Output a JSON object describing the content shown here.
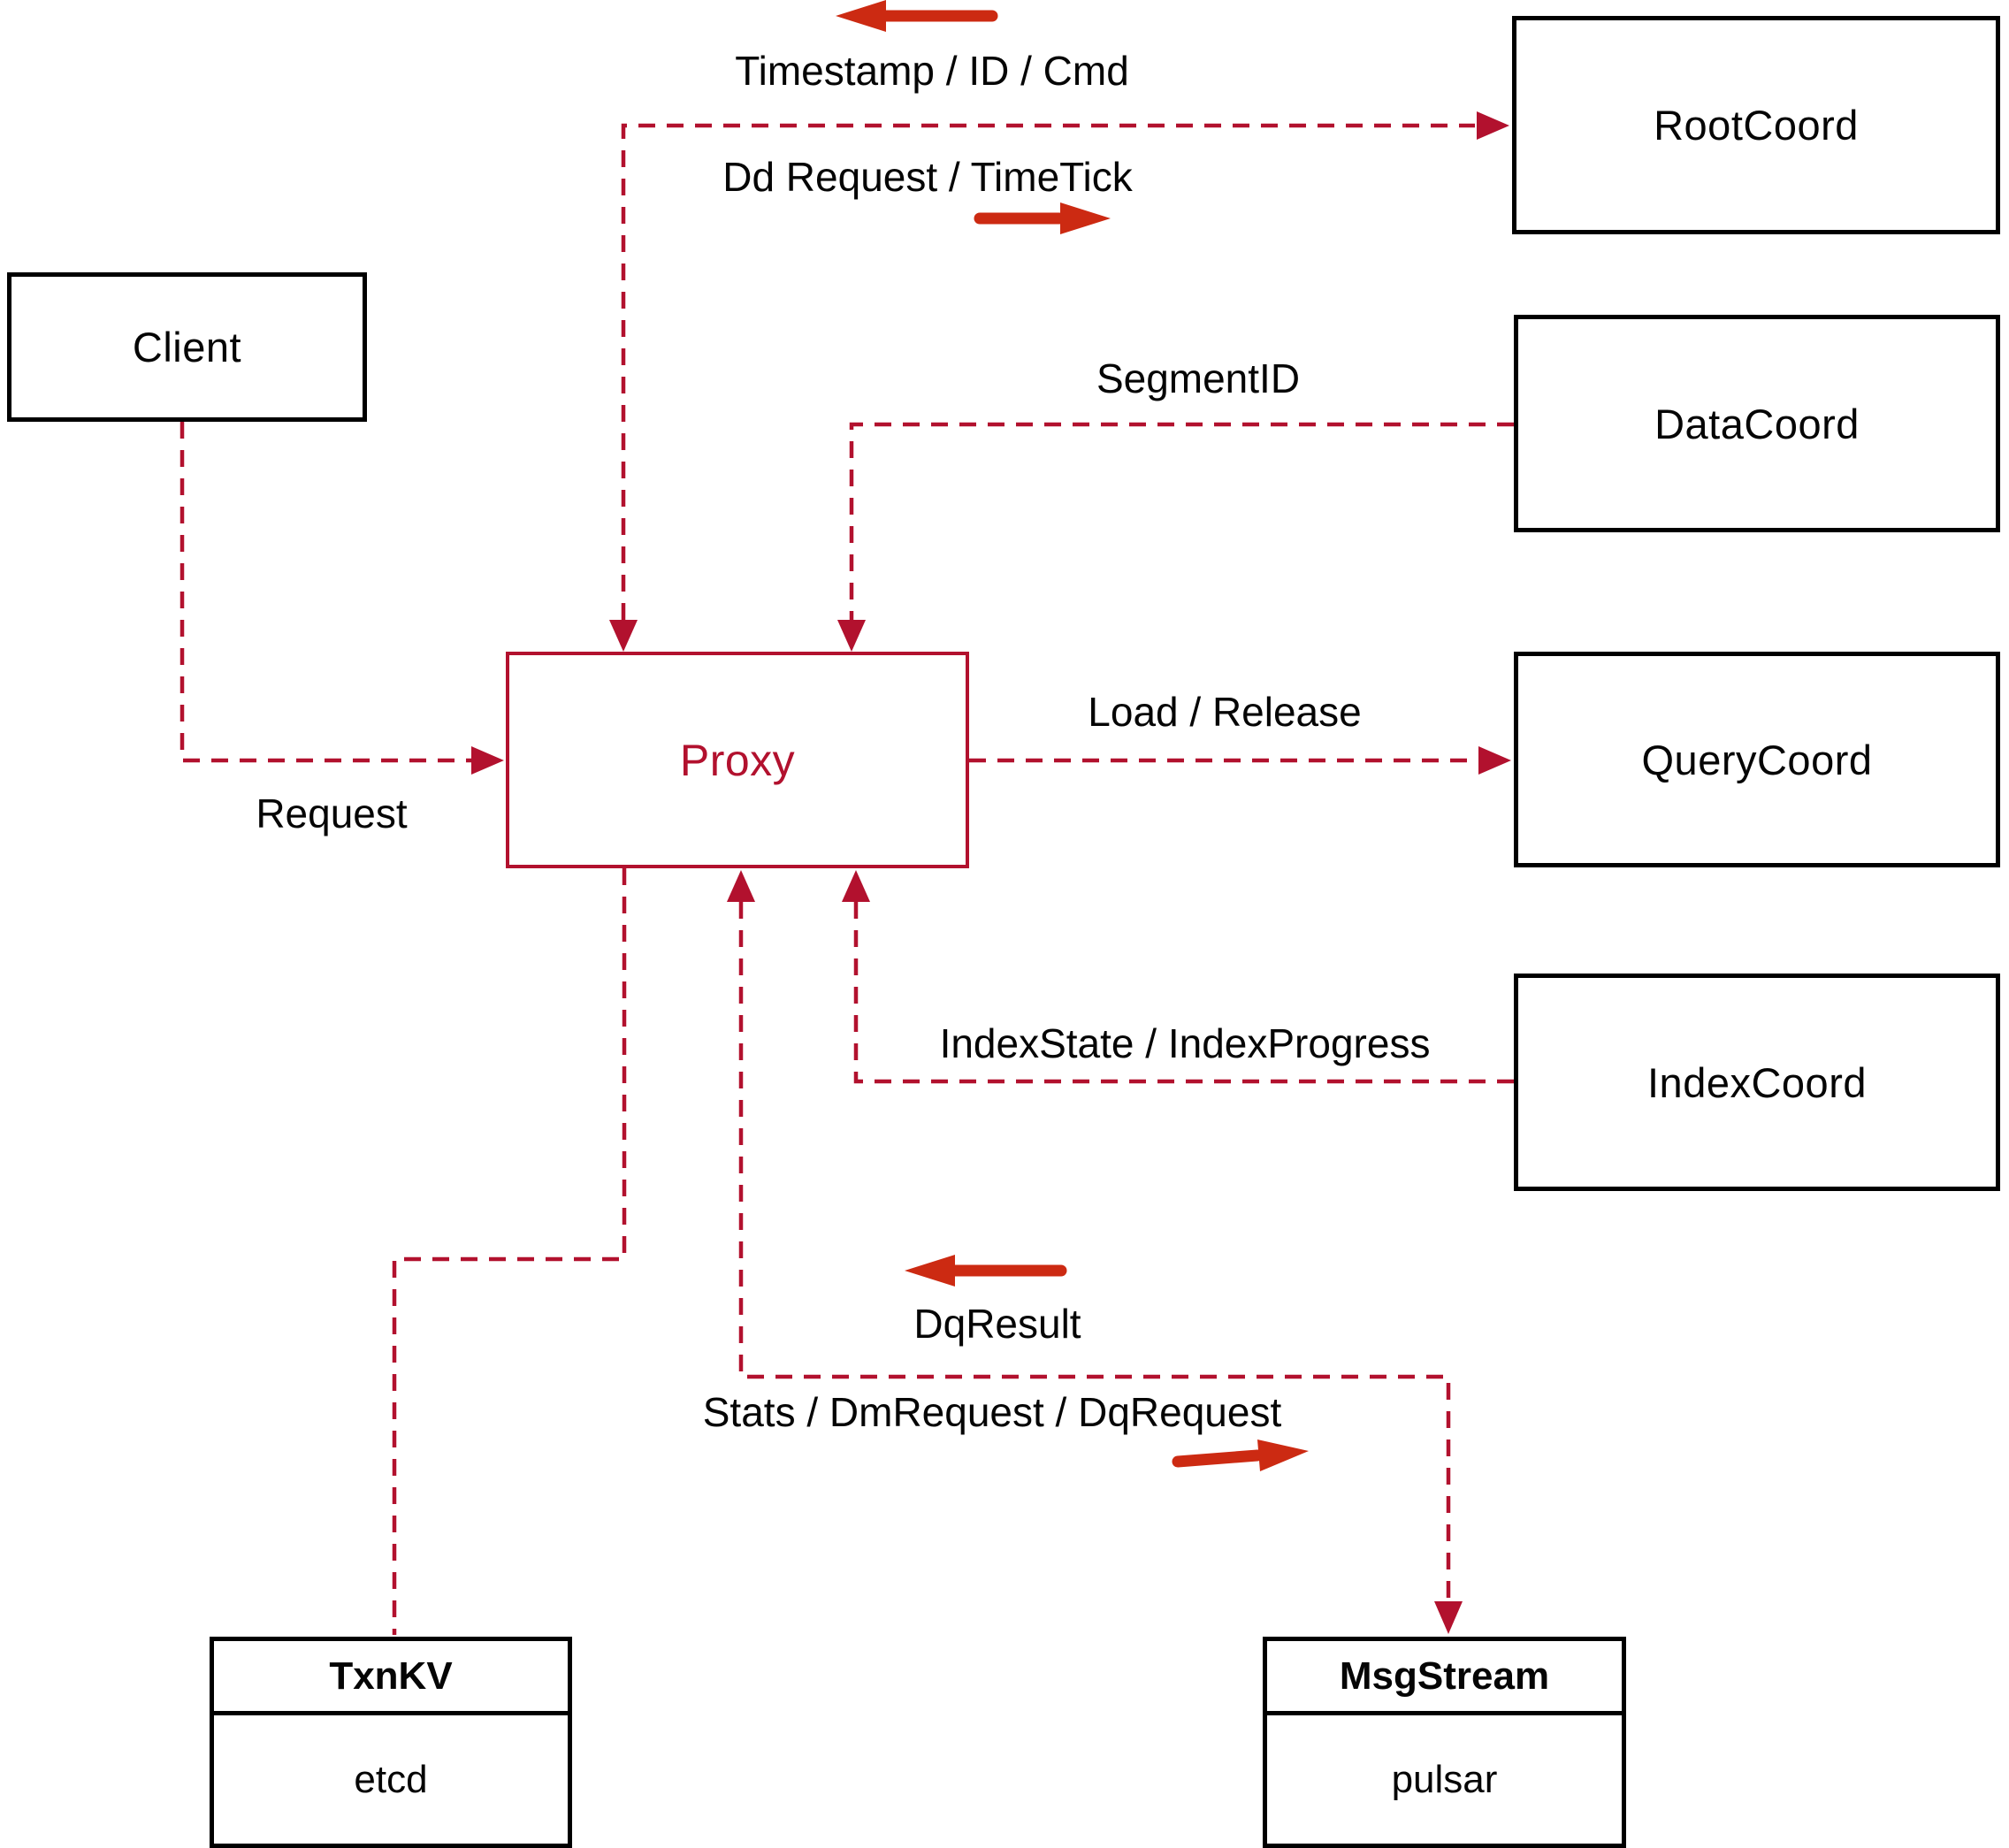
{
  "diagram": {
    "nodes": {
      "client": {
        "label": "Client"
      },
      "rootcoord": {
        "label": "RootCoord"
      },
      "datacoord": {
        "label": "DataCoord"
      },
      "querycoord": {
        "label": "QueryCoord"
      },
      "indexcoord": {
        "label": "IndexCoord"
      },
      "proxy": {
        "label": "Proxy"
      },
      "txnkv": {
        "title": "TxnKV",
        "subtitle": "etcd"
      },
      "msgstream": {
        "title": "MsgStream",
        "subtitle": "pulsar"
      }
    },
    "edge_labels": {
      "timestamp": "Timestamp / ID / Cmd",
      "dd_request": "Dd Request / TimeTick",
      "segment_id": "SegmentID",
      "load_release": "Load / Release",
      "index_state": "IndexState / IndexProgress",
      "request": "Request",
      "dq_result": "DqResult",
      "stats": "Stats / DmRequest / DqRequest"
    },
    "colors": {
      "line": "#b2112e",
      "arrow": "#cc2a12",
      "node_border": "#000000",
      "text": "#050505",
      "proxy": "#b2112e",
      "background": "#ffffff"
    }
  }
}
